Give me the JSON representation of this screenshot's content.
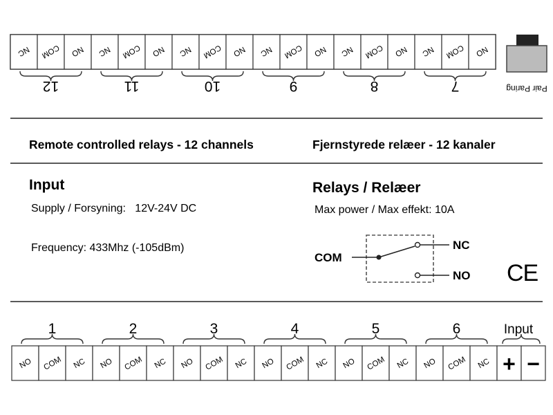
{
  "top_terminals": {
    "channels": [
      {
        "number": "12",
        "pins": [
          "NC",
          "COM",
          "NO"
        ]
      },
      {
        "number": "11",
        "pins": [
          "NC",
          "COM",
          "NO"
        ]
      },
      {
        "number": "10",
        "pins": [
          "NC",
          "COM",
          "NO"
        ]
      },
      {
        "number": "9",
        "pins": [
          "NC",
          "COM",
          "NO"
        ]
      },
      {
        "number": "8",
        "pins": [
          "NC",
          "COM",
          "NO"
        ]
      },
      {
        "number": "7",
        "pins": [
          "NC",
          "COM",
          "NO"
        ]
      }
    ],
    "pair_button_label": "Pair Paring"
  },
  "title": {
    "english": "Remote controlled relays - 12 channels",
    "norwegian": "Fjernstyrede relæer - 12 kanaler"
  },
  "input_section": {
    "heading": "Input",
    "supply": "Supply / Forsyning:   12V-24V DC",
    "frequency": "Frequency: 433Mhz (-105dBm)"
  },
  "relays_section": {
    "heading": "Relays / Relæer",
    "max_power": "Max power / Max effekt: 10A",
    "schematic": {
      "com_label": "COM",
      "nc_label": "NC",
      "no_label": "NO"
    },
    "ce_mark": "CE"
  },
  "bottom_terminals": {
    "channels": [
      {
        "number": "1",
        "pins": [
          "NO",
          "COM",
          "NC"
        ]
      },
      {
        "number": "2",
        "pins": [
          "NO",
          "COM",
          "NC"
        ]
      },
      {
        "number": "3",
        "pins": [
          "NO",
          "COM",
          "NC"
        ]
      },
      {
        "number": "4",
        "pins": [
          "NO",
          "COM",
          "NC"
        ]
      },
      {
        "number": "5",
        "pins": [
          "NO",
          "COM",
          "NC"
        ]
      },
      {
        "number": "6",
        "pins": [
          "NO",
          "COM",
          "NC"
        ]
      }
    ],
    "input_label": "Input",
    "input_pins": [
      "+",
      "−"
    ]
  }
}
